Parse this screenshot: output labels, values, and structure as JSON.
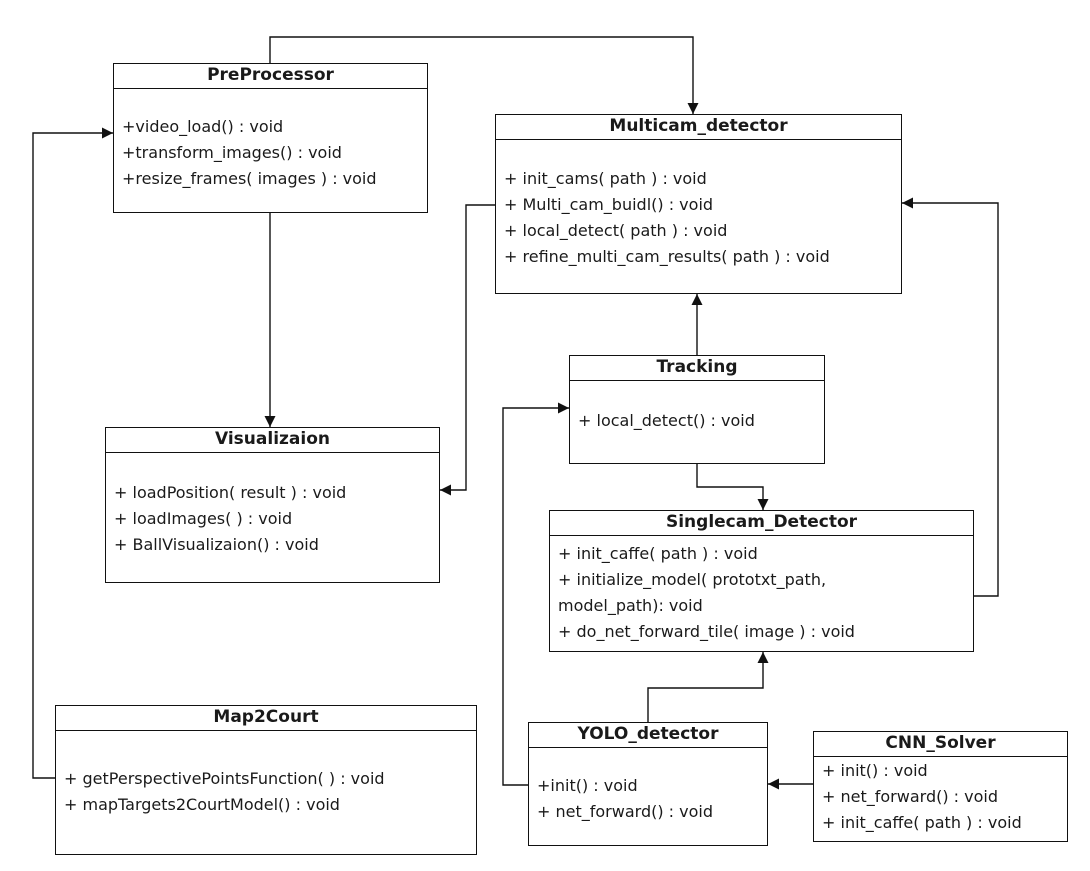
{
  "classes": {
    "preprocessor": {
      "name": "PreProcessor",
      "methods": [
        "+video_load() : void",
        "+transform_images() : void",
        "+resize_frames( images ) : void"
      ]
    },
    "multicam_detector": {
      "name": "Multicam_detector",
      "methods": [
        "+ init_cams( path ) : void",
        "+ Multi_cam_buidl() : void",
        "+ local_detect( path ) : void",
        "+ refine_multi_cam_results( path ) : void"
      ]
    },
    "tracking": {
      "name": "Tracking",
      "methods": [
        "+ local_detect() : void"
      ]
    },
    "visualizaion": {
      "name": "Visualizaion",
      "methods": [
        "+ loadPosition( result ) : void",
        "+ loadImages( )  : void",
        "+ BallVisualizaion() : void"
      ]
    },
    "singlecam_detector": {
      "name": "Singlecam_Detector",
      "methods": [
        "+ init_caffe( path ) : void",
        "+ initialize_model( prototxt_path,",
        "model_path): void",
        "+ do_net_forward_tile( image ) : void"
      ]
    },
    "map2court": {
      "name": "Map2Court",
      "methods": [
        "+ getPerspectivePointsFunction( ) : void",
        "+ mapTargets2CourtModel() : void"
      ]
    },
    "yolo_detector": {
      "name": "YOLO_detector",
      "methods": [
        "+init() : void",
        "+ net_forward() : void"
      ]
    },
    "cnn_solver": {
      "name": "CNN_Solver",
      "methods": [
        "+ init() : void",
        "+ net_forward() : void",
        "+ init_caffe( path ) : void"
      ]
    }
  },
  "colors": {
    "line": "#111111",
    "text": "#1a1a1a",
    "background": "#ffffff"
  }
}
